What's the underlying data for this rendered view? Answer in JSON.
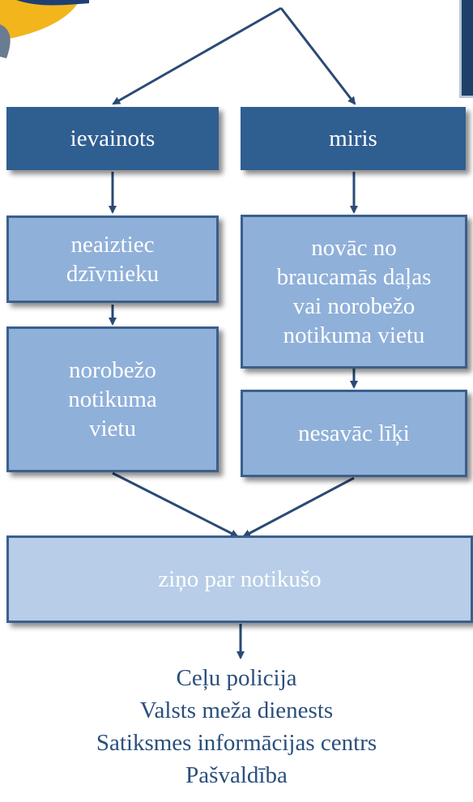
{
  "colors": {
    "dark_box": "#2f5e91",
    "mid_box": "#8fb0d9",
    "light_box": "#b7cde8",
    "border": "#3b5f8c",
    "arrow": "#2a4a75",
    "destination_text": "#2a4f7c"
  },
  "decorations": [
    "logo-fragment-icon",
    "slide-panel-fragment"
  ],
  "branches": {
    "injured": {
      "label": "ievainots",
      "steps": [
        "neaiztiec\ndzīvnieku",
        "norobežo\nnotikuma\nvietu"
      ]
    },
    "dead": {
      "label": "miris",
      "steps": [
        "novāc no\nbraucamās daļas\nvai norobežo\nnotikuma vietu",
        "nesavāc līķi"
      ]
    }
  },
  "final_step": "ziņo par notikušo",
  "destinations": [
    "Ceļu policija",
    "Valsts meža dienests",
    "Satiksmes informācijas centrs",
    "Pašvaldība"
  ]
}
